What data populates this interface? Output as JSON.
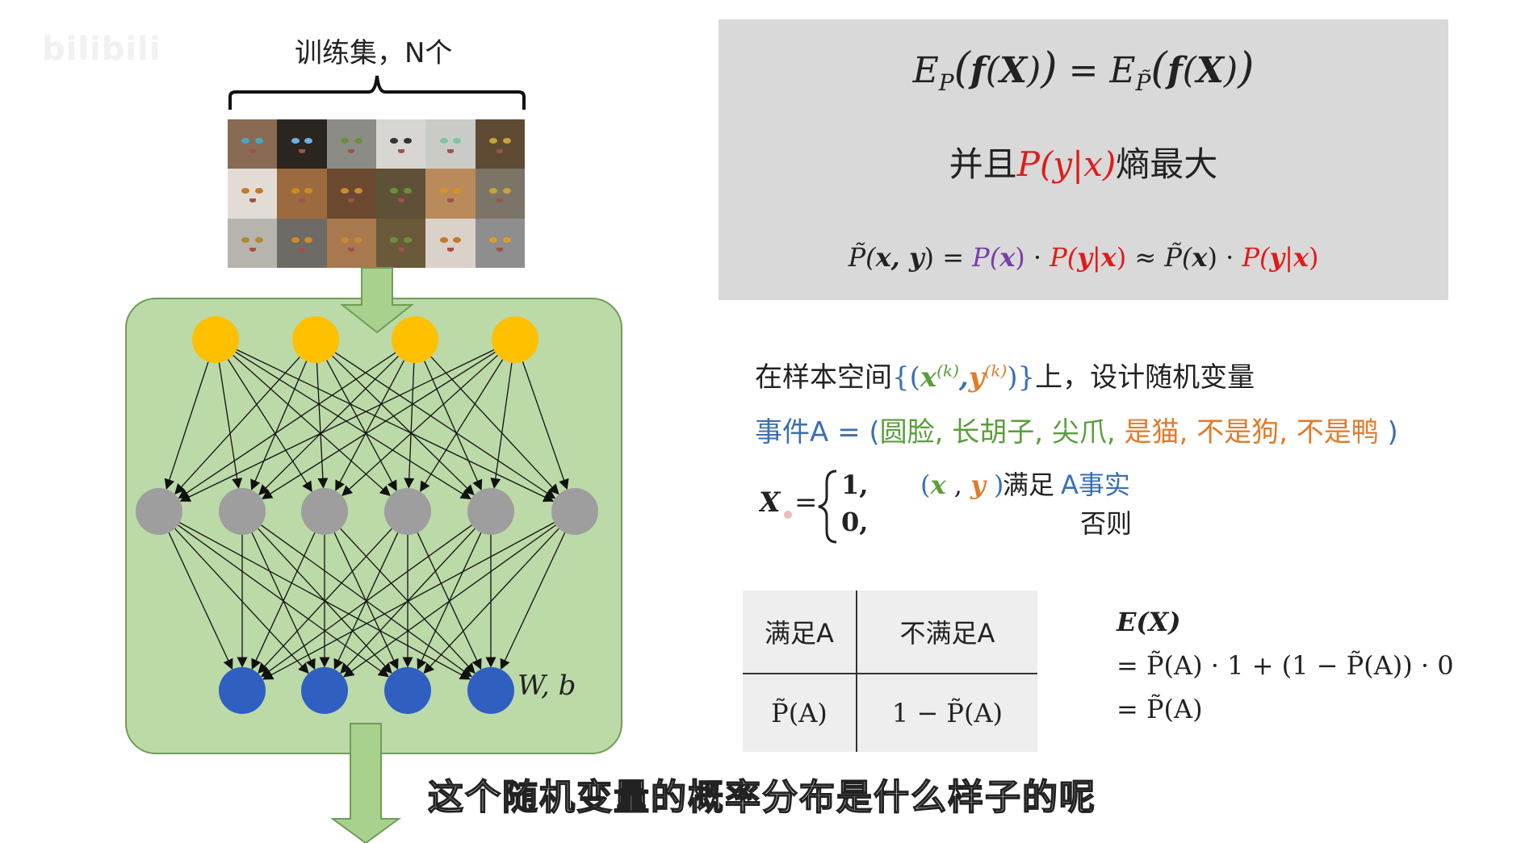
{
  "watermark": "bilibili",
  "training_set": {
    "label": "训练集，N个"
  },
  "network": {
    "output_label": "W, b"
  },
  "formula_box": {
    "line1": "E_P(f(X)) = E_P̃(f(X))",
    "line2_prefix": "并且",
    "line2_math": "P(y|x)",
    "line2_suffix": "熵最大",
    "line3": "P̃(x,y) = P(x)·P(y|x) ≈ P̃(x)·P(y|x)"
  },
  "sample_space": {
    "prefix": "在样本空间",
    "math": "{(x^(k), y^(k))}",
    "suffix": "上，设计随机变量"
  },
  "event": {
    "prefix": "事件A = (",
    "green": "圆脸, 长胡子, 尖爪, ",
    "orange": "是猫, 不是狗, 不是鸭",
    "close": " )"
  },
  "x_def": {
    "var": "X",
    "one": "1,",
    "zero": "0,",
    "cond_xy": "(x , y )",
    "cond_text": "满足",
    "cond_event": "A事实",
    "otherwise": "否则"
  },
  "table": {
    "h1": "满足A",
    "h2": "不满足A",
    "v1": "P̃(A)",
    "v2": "1 − P̃(A)"
  },
  "expectation": {
    "line1": "E(X)",
    "line2": "= P̃(A) · 1 + (1 − P̃(A)) · 0",
    "line3": "= P̃(A)"
  },
  "subtitle": "这个随机变量的概率分布是什么样子的呢",
  "colors": {
    "input_node": "#ffc000",
    "hidden_node": "#9e9e9e",
    "output_node": "#2f5fc1",
    "box_bg": "#bcd9a8",
    "arrow": "#a9d18e",
    "red": "#e01b1b",
    "purple": "#7a3ea8",
    "green": "#5a9e3a",
    "orange": "#e07b2a",
    "blue": "#3a6fb5"
  }
}
